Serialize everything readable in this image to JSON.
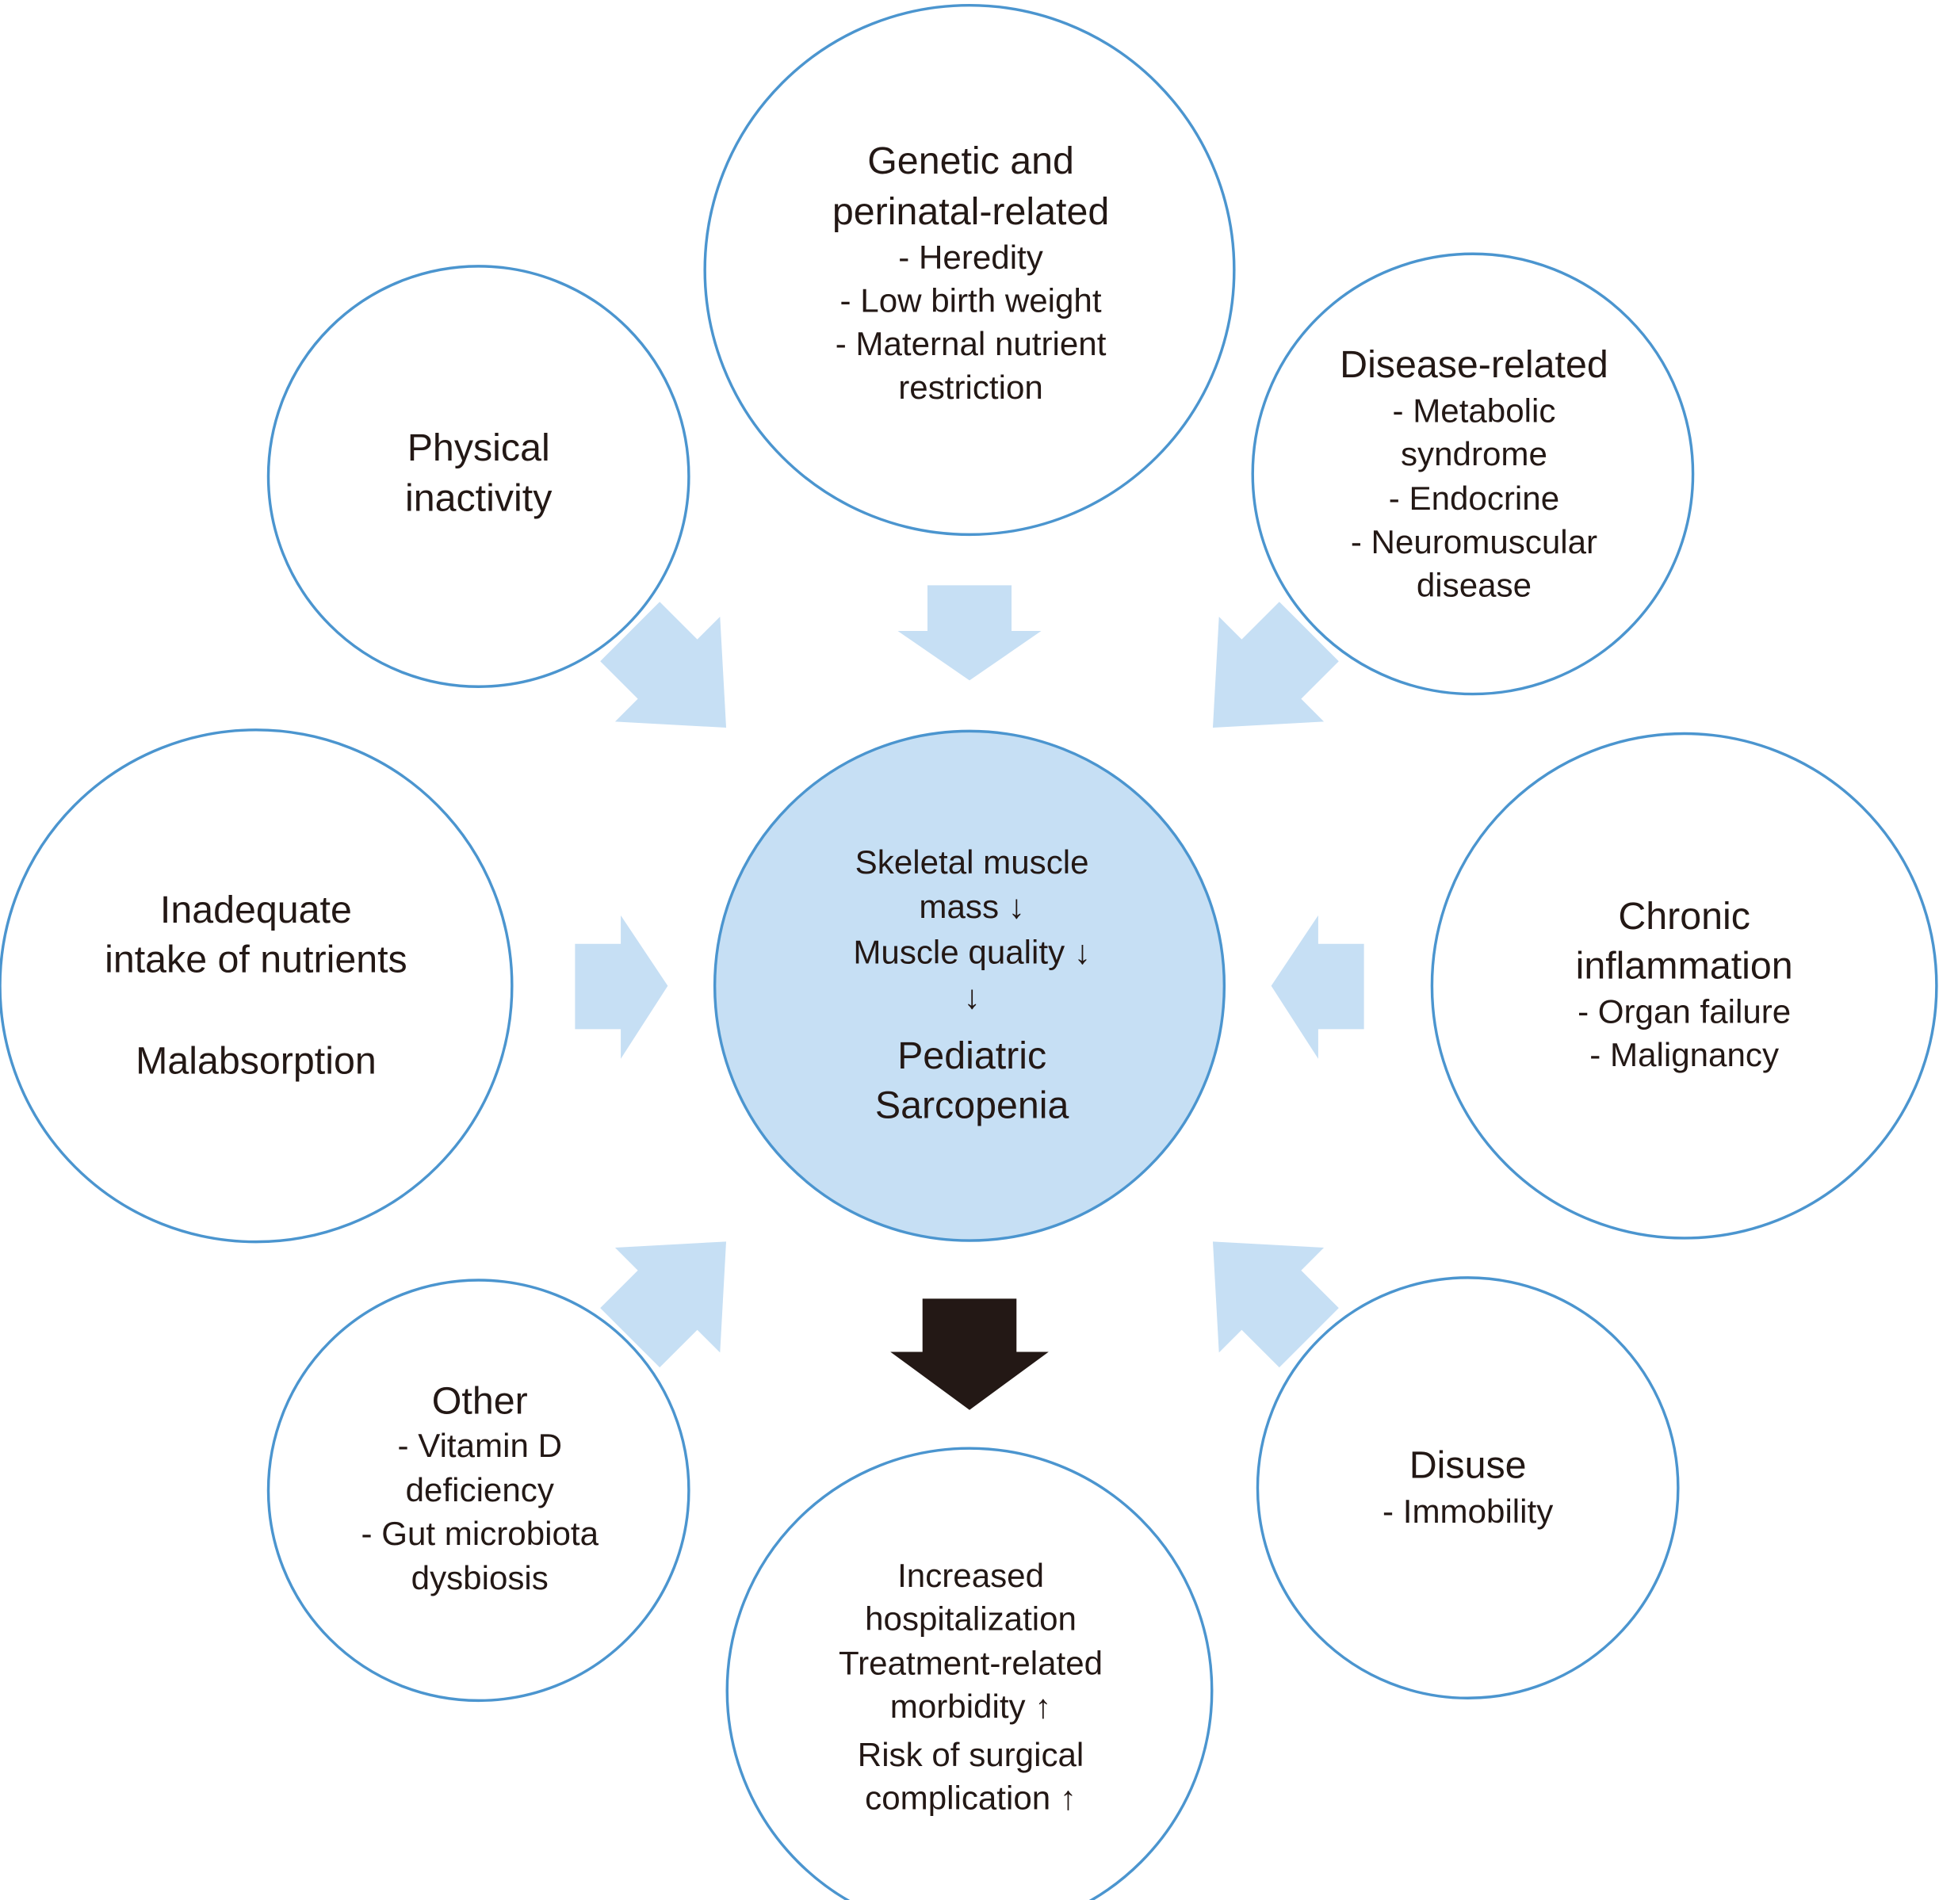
{
  "diagram": {
    "title": "Pediatric Sarcopenia causes and outcomes",
    "colors": {
      "circle_stroke": "#4b95cf",
      "center_fill": "#c6dff4",
      "arrow_fill": "#c6dff4",
      "outcome_arrow": "#231815",
      "text": "#231815"
    },
    "center": {
      "lines": [
        "Skeletal muscle",
        "mass ↓",
        "Muscle quality ↓",
        "↓"
      ],
      "title": [
        "Pediatric",
        "Sarcopenia"
      ]
    },
    "factors": {
      "genetic": {
        "title": [
          "Genetic and",
          "perinatal-related"
        ],
        "items": [
          "- Heredity",
          "- Low birth weight",
          "- Maternal nutrient",
          "restriction"
        ]
      },
      "physical": {
        "title": [
          "Physical",
          "inactivity"
        ],
        "items": []
      },
      "disease": {
        "title": [
          "Disease-related"
        ],
        "items": [
          "- Metabolic",
          "syndrome",
          "- Endocrine",
          "- Neuromuscular",
          "disease"
        ]
      },
      "nutrients": {
        "title": [
          "Inadequate",
          "intake of nutrients",
          "",
          "Malabsorption"
        ],
        "items": []
      },
      "chronic": {
        "title": [
          "Chronic",
          "inflammation"
        ],
        "items": [
          "- Organ failure",
          "- Malignancy"
        ]
      },
      "other": {
        "title": [
          "Other"
        ],
        "items": [
          "- Vitamin D",
          "deficiency",
          "- Gut microbiota",
          "dysbiosis"
        ]
      },
      "disuse": {
        "title": [
          "Disuse"
        ],
        "items": [
          "- Immobility"
        ]
      }
    },
    "outcome": {
      "items": [
        "Increased",
        "hospitalization",
        "Treatment-related",
        "morbidity ↑",
        "Risk of surgical",
        "complication ↑"
      ]
    }
  }
}
